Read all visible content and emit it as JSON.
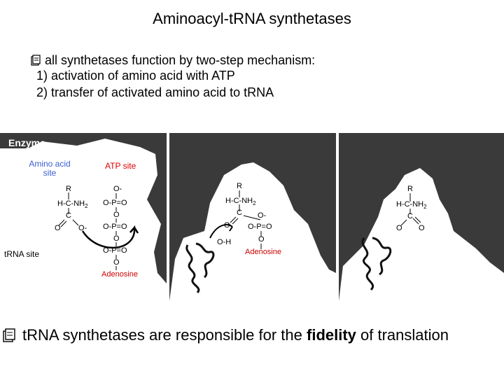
{
  "title": "Aminoacyl-tRNA synthetases",
  "bullet_icon": "bullet-icon",
  "intro": "all synthetases function by two-step mechanism:",
  "steps": [
    "1) activation of amino acid with ATP",
    "2) transfer of activated amino acid to tRNA"
  ],
  "panel1": {
    "enzyme_label": "Enzyme",
    "amino_site": "Amino acid site",
    "atp_site": "ATP site",
    "trna_site": "tRNA site",
    "r": "R",
    "hcnh2": "H-C-NH",
    "sub2": "2",
    "c": "C",
    "o": "O",
    "ominus": "O-",
    "o_minus_sup": "O-",
    "opo1": "O-P=O",
    "o_link": "O",
    "opo2": "O-P=O",
    "o_link2": "O",
    "opo3": "O-P=O",
    "o_link3": "O",
    "adenosine": "Adenosine"
  },
  "panel2": {
    "r": "R",
    "hcnh2": "H-C-NH",
    "sub2": "2",
    "c": "C",
    "o": "O",
    "o_minus": "O-",
    "opo": "O-P=O",
    "o_link": "O",
    "oh": "O-H",
    "adenosine": "Adenosine"
  },
  "panel3": {
    "r": "R",
    "hcnh2": "H-C-NH",
    "sub2": "2",
    "c": "C",
    "o": "O",
    "o2": "O"
  },
  "bottom": {
    "pre": "tRNA synthetases are responsible for the ",
    "bold": "fidelity",
    "post": " of translation"
  },
  "colors": {
    "panel_bg": "#3a3a3a",
    "enzyme_gray": "#b8b8b8",
    "site_blue": "#3a5fd0",
    "atp_red": "#e00000",
    "adenosine_red": "#cc0000"
  }
}
